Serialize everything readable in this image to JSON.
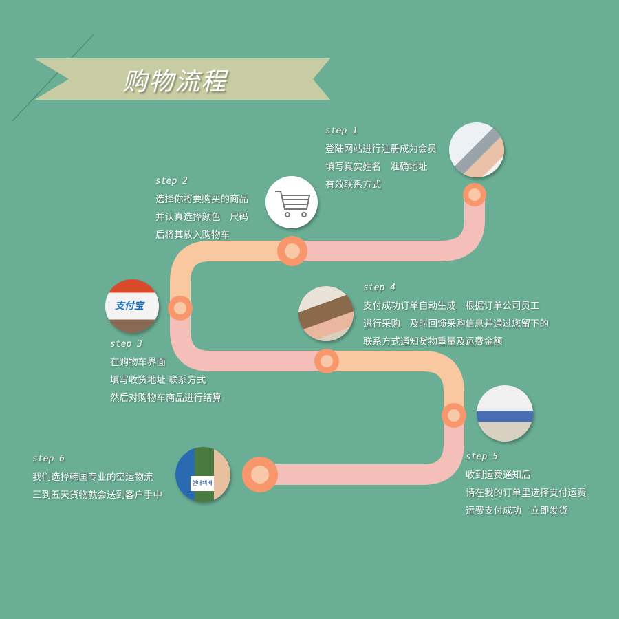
{
  "title": "购物流程",
  "colors": {
    "background": "#6aae95",
    "banner": "#c7cca2",
    "path_pink": "#f4bfb8",
    "path_peach": "#f9c8a0",
    "node_outer": "#f7976b",
    "node_inner": "#f8c8a8"
  },
  "steps": [
    {
      "label": "step 1",
      "lines": [
        "登陆网站进行注册成为会员",
        "填写真实姓名　准确地址",
        "有效联系方式"
      ],
      "icon": "laptop-typing-photo"
    },
    {
      "label": "step 2",
      "lines": [
        "选择你将要购买的商品",
        "并认真选择颜色　尺码",
        "后将其放入购物车"
      ],
      "icon": "shopping-cart-photo"
    },
    {
      "label": "step 3",
      "lines": [
        "在购物车界面",
        "填写收货地址 联系方式",
        "然后对购物车商品进行结算"
      ],
      "icon": "alipay-photo",
      "logo_text": "支付宝"
    },
    {
      "label": "step 4",
      "lines": [
        "支付成功订单自动生成　根据订单公司员工",
        "进行采购　及时回馈采购信息并通过您留下的",
        "联系方式通知货物重量及运费金额"
      ],
      "icon": "staff-purchasing-photo"
    },
    {
      "label": "step 5",
      "lines": [
        "收到运费通知后",
        "请在我的订单里选择支付运费",
        "运费支付成功　立即发货"
      ],
      "icon": "warehouse-photo"
    },
    {
      "label": "step 6",
      "lines": [
        "我们选择韩国专业的空运物流",
        "三到五天货物就会送到客户手中"
      ],
      "icon": "delivery-photo",
      "logo_text": "현대택배"
    }
  ]
}
